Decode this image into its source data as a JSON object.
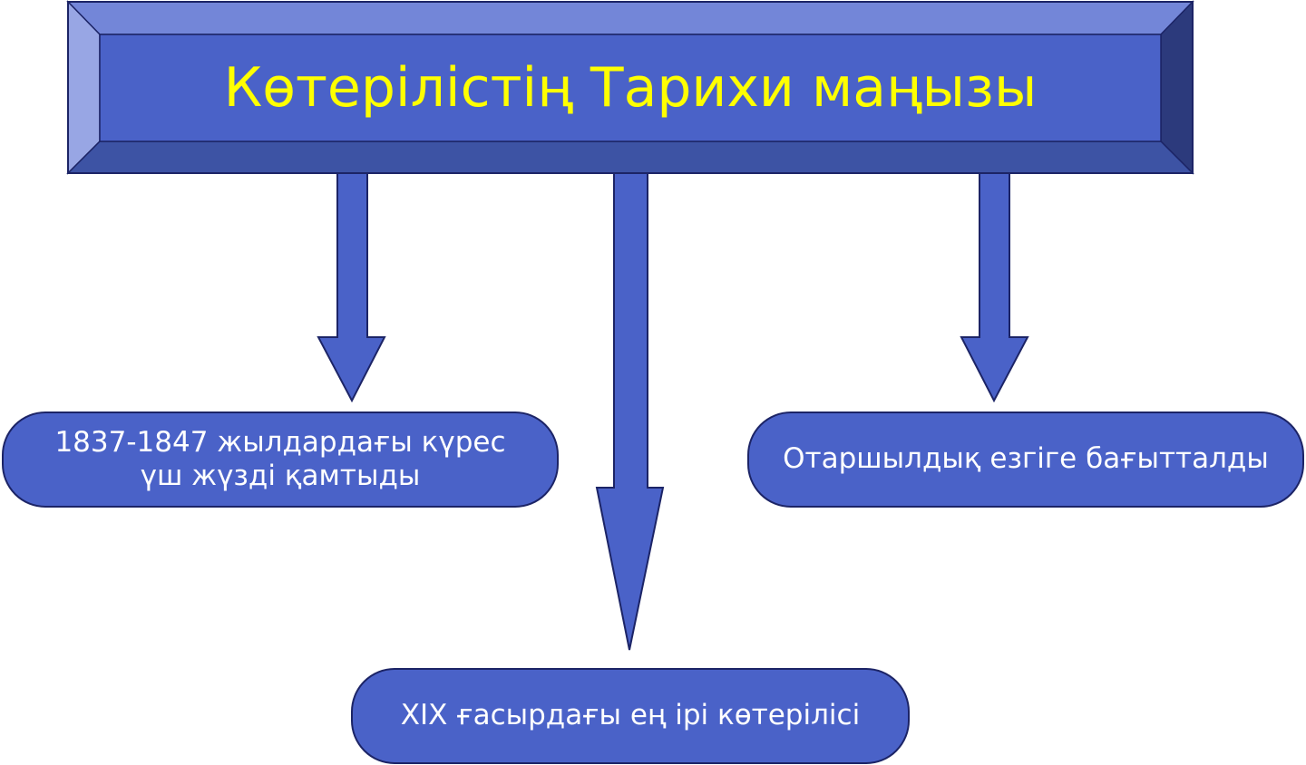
{
  "title": "Көтерілістің Тарихи маңызы",
  "boxes": {
    "left": {
      "line1": "1837-1847 жылдардағы күрес",
      "line2": "үш жүзді қамтыды"
    },
    "right": {
      "text": "Отаршылдық езгіге бағытталды"
    },
    "bottom": {
      "text": "XIX ғасырдағы ең ірі көтерілісі"
    }
  },
  "colors": {
    "box_fill": "#4a62c8",
    "outline": "#1c2466",
    "title_text": "#ffff00",
    "box_text": "#ffffff"
  }
}
